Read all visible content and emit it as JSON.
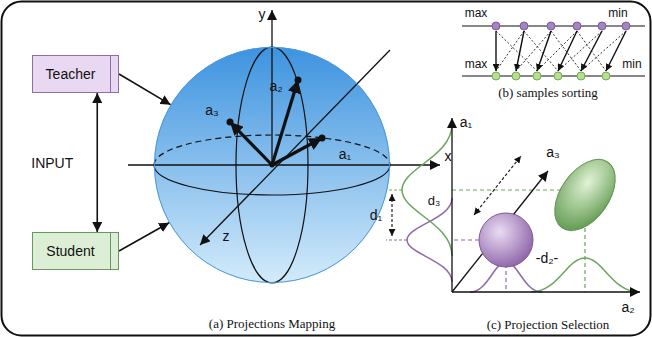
{
  "diagram": {
    "nodes": [
      {
        "text": [
          "Teacher"
        ]
      },
      {
        "text": [
          "Student"
        ]
      },
      {
        "text": [
          "(a) Projections Mapping"
        ]
      }
    ],
    "edges": [
      {
        "from": 0,
        "to": 1,
        "arrow": "both",
        "label": "INPUT"
      },
      {
        "from": 0,
        "to": 2,
        "arrow": "to"
      },
      {
        "from": 1,
        "to": 2,
        "arrow": "to"
      }
    ],
    "labels": [
      "y",
      "x",
      "z",
      "a₃",
      "a₂",
      "a₁",
      "max",
      "min",
      "max",
      "min",
      "(b) samples sorting",
      "a₁",
      "d₁",
      "d₃",
      "a₃",
      "-d₂-",
      "a₂",
      "(c) Projection Selection"
    ]
  }
}
